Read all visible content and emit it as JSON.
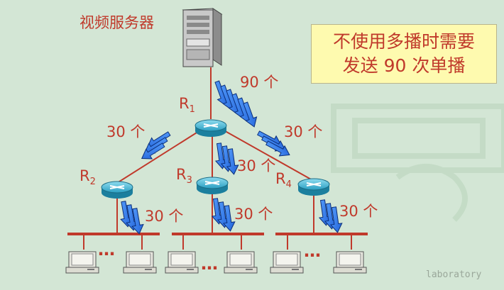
{
  "server_label": "视频服务器",
  "callout": {
    "line1": "不使用多播时需要",
    "line2": "发送 90 次单播"
  },
  "routers": [
    {
      "name": "R",
      "sub": "1"
    },
    {
      "name": "R",
      "sub": "2"
    },
    {
      "name": "R",
      "sub": "3"
    },
    {
      "name": "R",
      "sub": "4"
    }
  ],
  "counts": {
    "server_to_r1": "90 个",
    "r1_to_r2": "30 个",
    "r1_to_r3": "30 个",
    "r1_to_r4": "30 个",
    "lan_left": "30 个",
    "lan_middle": "30 个",
    "lan_right": "30 个"
  },
  "ellipsis": "…",
  "watermark": "laboratory",
  "colors": {
    "background": "#d3e6d5",
    "link": "#c0392b",
    "arrow": "#1e6fe0",
    "router": "#2aa7c9",
    "callout_bg": "#fefaaf"
  }
}
